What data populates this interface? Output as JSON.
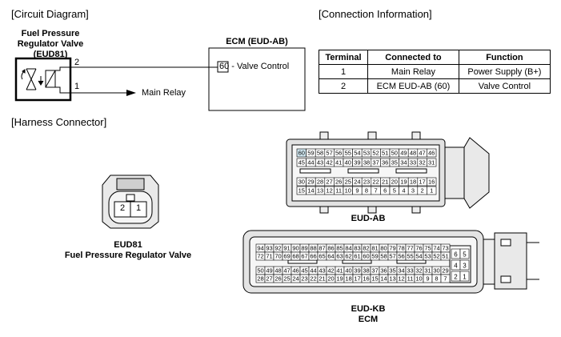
{
  "sections": {
    "circuit": "[Circuit Diagram]",
    "connection": "[Connection Information]",
    "harness": "[Harness Connector]"
  },
  "valve": {
    "title_line1": "Fuel Pressure",
    "title_line2": "Regulator Valve",
    "code": "(EUD81)",
    "pin_top": "2",
    "pin_bottom": "1",
    "main_relay": "Main Relay"
  },
  "ecm": {
    "title": "ECM (EUD-AB)",
    "pin_label": "60 - Valve Control"
  },
  "connection_table": {
    "headers": [
      "Terminal",
      "Connected to",
      "Function"
    ],
    "rows": [
      [
        "1",
        "Main Relay",
        "Power Supply (B+)"
      ],
      [
        "2",
        "ECM EUD-AB (60)",
        "Valve Control"
      ]
    ]
  },
  "connectors": {
    "eud81": {
      "pins": [
        "2",
        "1"
      ],
      "label1": "EUD81",
      "label2": "Fuel Pressure Regulator Valve"
    },
    "eud_ab": {
      "label": "EUD-AB",
      "rows": [
        [
          "60",
          "59",
          "58",
          "57",
          "56",
          "55",
          "54",
          "53",
          "52",
          "51",
          "50",
          "49",
          "48",
          "47",
          "46"
        ],
        [
          "45",
          "44",
          "43",
          "42",
          "41",
          "40",
          "39",
          "38",
          "37",
          "36",
          "35",
          "34",
          "33",
          "32",
          "31"
        ],
        [
          "30",
          "29",
          "28",
          "27",
          "26",
          "25",
          "24",
          "23",
          "22",
          "21",
          "20",
          "19",
          "18",
          "17",
          "16"
        ],
        [
          "15",
          "14",
          "13",
          "12",
          "11",
          "10",
          "9",
          "8",
          "7",
          "6",
          "5",
          "4",
          "3",
          "2",
          "1"
        ]
      ],
      "highlight": "60"
    },
    "eud_kb": {
      "label1": "EUD-KB",
      "label2": "ECM",
      "rows": [
        [
          "94",
          "93",
          "92",
          "91",
          "90",
          "89",
          "88",
          "87",
          "86",
          "85",
          "84",
          "83",
          "82",
          "81",
          "80",
          "79",
          "78",
          "77",
          "76",
          "75",
          "74",
          "73"
        ],
        [
          "72",
          "71",
          "70",
          "69",
          "68",
          "67",
          "66",
          "65",
          "64",
          "63",
          "62",
          "61",
          "60",
          "59",
          "58",
          "57",
          "56",
          "55",
          "54",
          "53",
          "52",
          "51"
        ],
        [
          "50",
          "49",
          "48",
          "47",
          "46",
          "45",
          "44",
          "43",
          "42",
          "41",
          "40",
          "39",
          "38",
          "37",
          "36",
          "35",
          "34",
          "33",
          "32",
          "31",
          "30",
          "29"
        ],
        [
          "28",
          "27",
          "26",
          "25",
          "24",
          "23",
          "22",
          "21",
          "20",
          "19",
          "18",
          "17",
          "16",
          "15",
          "14",
          "13",
          "12",
          "11",
          "10",
          "9",
          "8",
          "7"
        ]
      ],
      "side": [
        [
          "6",
          "5"
        ],
        [
          "4",
          "3"
        ],
        [
          "2",
          "1"
        ]
      ]
    }
  }
}
